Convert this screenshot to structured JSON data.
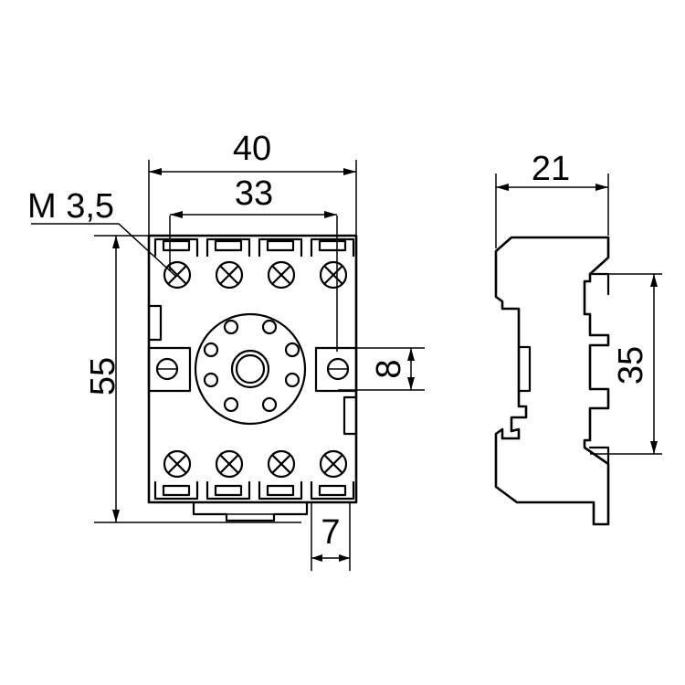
{
  "dimensions": {
    "width_overall": "40",
    "width_holes": "33",
    "thread": "M 3,5",
    "height": "55",
    "hole_diameter": "8",
    "terminal_pitch": "7",
    "depth": "21",
    "rail": "35"
  }
}
